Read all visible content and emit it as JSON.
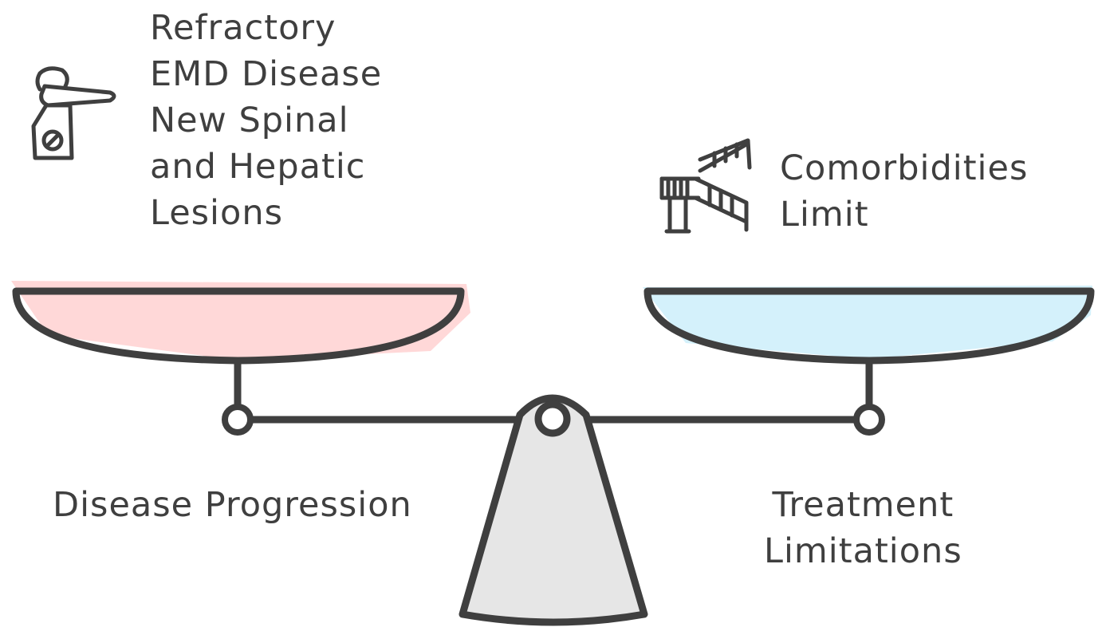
{
  "left_side": {
    "note_lines": [
      "Refractory",
      "EMD Disease",
      "New Spinal",
      "and Hepatic",
      "Lesions"
    ],
    "caption": "Disease Progression",
    "pan_fill": "#ffd6d6",
    "icon": "syringe-dropper-icon"
  },
  "right_side": {
    "note_lines": [
      "Comorbidities",
      "Limit"
    ],
    "caption_lines": [
      "Treatment",
      "Limitations"
    ],
    "pan_fill": "#d2f0fb",
    "icon": "stairs-barrier-icon"
  },
  "colors": {
    "stroke": "#3f3f3f",
    "fulcrum_fill": "#e6e6e6"
  }
}
